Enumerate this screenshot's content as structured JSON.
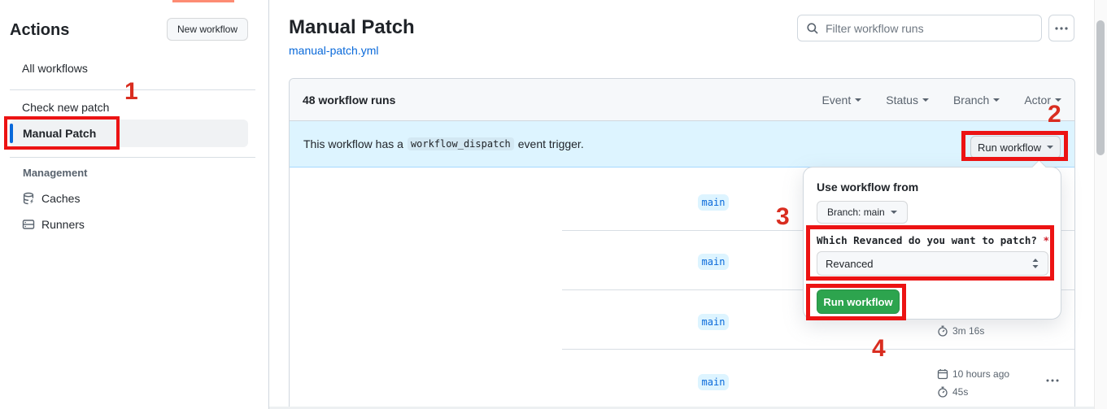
{
  "colors": {
    "accent_blue": "#0969da",
    "banner_bg": "#ddf4ff",
    "green_button": "#2da44e",
    "annotation_box": "#ec1313",
    "annotation_number": "#d92d20",
    "active_tab_indicator": "#fd8c73"
  },
  "sidebar": {
    "title": "Actions",
    "new_workflow_button": "New workflow",
    "all_workflows": "All workflows",
    "items": [
      {
        "label": "Check new patch",
        "selected": false
      },
      {
        "label": "Manual Patch",
        "selected": true
      }
    ],
    "management_heading": "Management",
    "management_items": [
      {
        "label": "Caches",
        "icon": "cache-icon"
      },
      {
        "label": "Runners",
        "icon": "server-icon"
      }
    ]
  },
  "header": {
    "title": "Manual Patch",
    "file_link": "manual-patch.yml",
    "filter_placeholder": "Filter workflow runs"
  },
  "runs_table": {
    "count_label": "48 workflow runs",
    "filters": [
      {
        "label": "Event"
      },
      {
        "label": "Status"
      },
      {
        "label": "Branch"
      },
      {
        "label": "Actor"
      }
    ],
    "banner": {
      "text_before": "This workflow has a",
      "code": "workflow_dispatch",
      "text_after": "event trigger.",
      "run_workflow_button": "Run workflow"
    },
    "rows": [
      {
        "branch": "main"
      },
      {
        "branch": "main"
      },
      {
        "branch": "main",
        "duration": "3m 16s"
      },
      {
        "branch": "main",
        "time": "10 hours ago",
        "duration": "45s"
      }
    ]
  },
  "dispatch_panel": {
    "heading": "Use workflow from",
    "branch_selector": "Branch: main",
    "input_label": "Which Revanced do you want to patch?",
    "required_mark": "*",
    "select_value": "Revanced",
    "run_button": "Run workflow"
  },
  "annotations": {
    "step1": "1",
    "step2": "2",
    "step3": "3",
    "step4": "4"
  }
}
